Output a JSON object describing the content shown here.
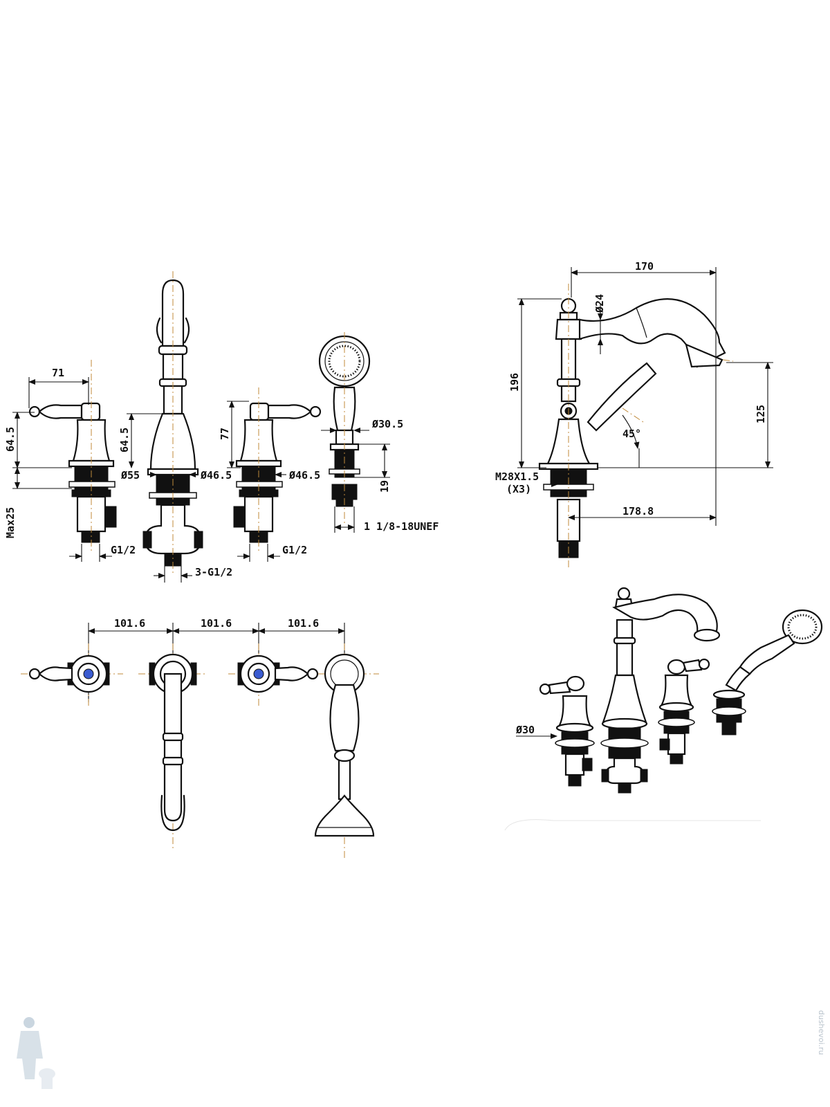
{
  "dimensions": {
    "handle_width": "71",
    "handle_height_left": "64.5",
    "spout_height_front": "64.5",
    "handle_height_right": "77",
    "body_dia_left": "Ø55",
    "body_dia_mid": "Ø46.5",
    "body_dia_right": "Ø46.5",
    "handshower_dia": "Ø30.5",
    "handshower_base_height": "19",
    "max_deck": "Max25",
    "thread_left": "G1/2",
    "thread_right": "G1/2",
    "thread_spout": "3-G1/2",
    "thread_handshower": "1 1/8-18UNEF",
    "spout_reach": "170",
    "knob_dia": "Ø24",
    "total_height": "196",
    "outlet_height": "125",
    "angle": "45°",
    "mount_thread": "M28X1.5",
    "mount_qty": "(X3)",
    "spout_projection": "178.8",
    "spacing_1": "101.6",
    "spacing_2": "101.6",
    "spacing_3": "101.6",
    "iso_dia": "Ø30"
  },
  "watermark": {
    "side_text": "dushevoi.ru"
  },
  "colors": {
    "line": "#111111",
    "centerline": "#c08a3a",
    "watermark": "#b9c3cc"
  },
  "icons": [
    "plumber-logo-icon"
  ]
}
